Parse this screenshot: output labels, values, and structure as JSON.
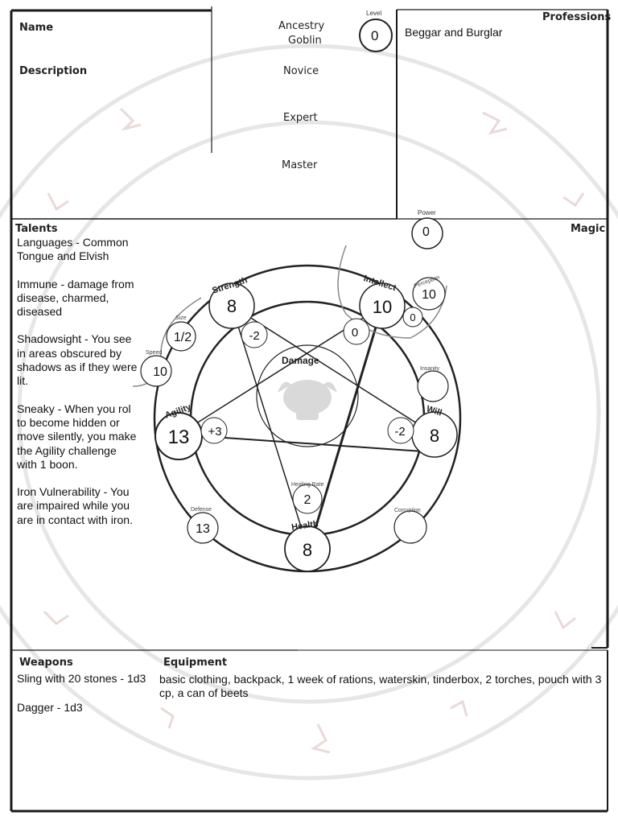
{
  "header": {
    "name_label": "Name",
    "description_label": "Description",
    "ancestry_label": "Ancestry",
    "ancestry_value": "Goblin",
    "novice_label": "Novice",
    "expert_label": "Expert",
    "master_label": "Master",
    "level_label": "Level",
    "level_value": "0",
    "professions_label": "Professions",
    "professions_value": "Beggar and Burglar"
  },
  "talents": {
    "label": "Talents",
    "items": [
      "Languages - Common Tongue and Elvish",
      "Immune - damage from disease, charmed, diseased",
      "Shadowsight - You see in areas obscured by shadows as if they were lit.",
      "Sneaky - When you rol to become hidden or move silently, you make the Agility challenge with 1 boon.",
      "Iron Vulnerability - You are impaired while you are in contact with iron."
    ]
  },
  "magic": {
    "label": "Magic",
    "power_label": "Power",
    "power_value": "0"
  },
  "stats": {
    "strength_label": "Strength",
    "strength_value": "8",
    "strength_mod": "-2",
    "intellect_label": "Intellect",
    "intellect_value": "10",
    "intellect_mod": "0",
    "perception_label": "Perception",
    "perception_value": "10",
    "perception_mod": "0",
    "agility_label": "Agility",
    "agility_value": "13",
    "agility_mod": "+3",
    "will_label": "Will",
    "will_value": "8",
    "will_mod": "-2",
    "health_label": "Health",
    "health_value": "8",
    "healing_rate_label": "Healing Rate",
    "healing_rate_value": "2",
    "size_label": "Size",
    "size_value": "1/2",
    "speed_label": "Speed",
    "speed_value": "10",
    "defense_label": "Defense",
    "defense_value": "13",
    "insanity_label": "Insanity",
    "insanity_value": "",
    "corruption_label": "Corruption",
    "corruption_value": "",
    "damage_label": "Damage"
  },
  "weapons": {
    "label": "Weapons",
    "items": [
      "Sling with 20 stones - 1d3",
      "Dagger - 1d3"
    ]
  },
  "equipment": {
    "label": "Equipment",
    "value": "basic clothing, backpack, 1 week of rations, waterskin, tinderbox, 2 torches, pouch with 3 cp, a can of beets"
  }
}
